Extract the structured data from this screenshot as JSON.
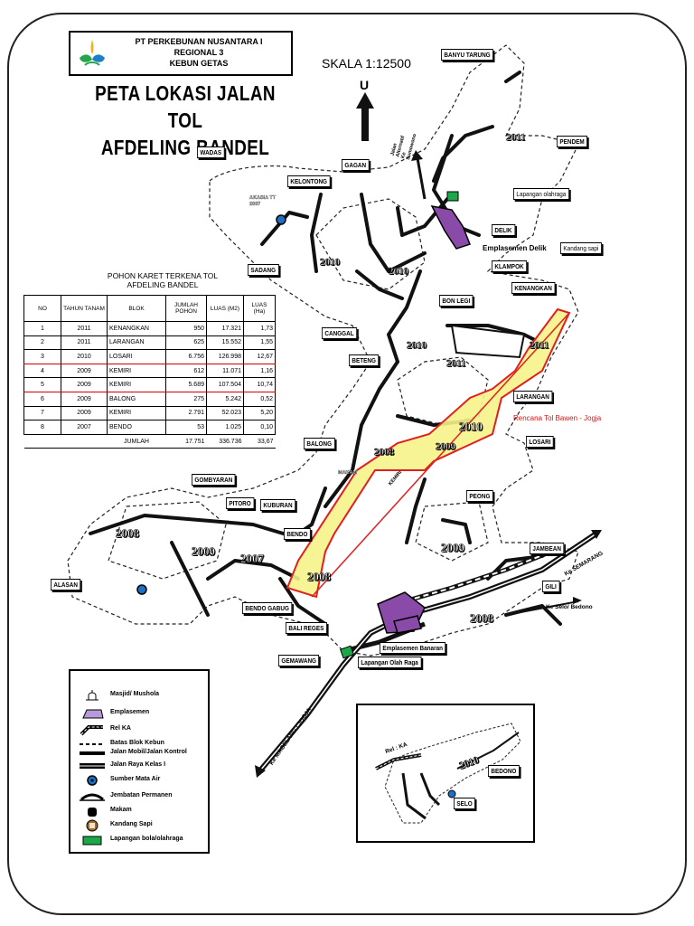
{
  "company": {
    "line1": "PT PERKEBUNAN NUSANTARA I",
    "line2": "REGIONAL 3",
    "line3": "KEBUN GETAS"
  },
  "title": {
    "line1": "PETA LOKASI JALAN TOL",
    "line2": "AFDELING BANDEL"
  },
  "scale": "SKALA 1:12500",
  "north": "U",
  "table": {
    "title1": "POHON KARET TERKENA TOL",
    "title2": "AFDELING BANDEL",
    "headers": [
      "NO",
      "TAHUN TANAM",
      "BLOK",
      "JUMLAH POHON",
      "LUAS (M2)",
      "LUAS (Ha)"
    ],
    "rows": [
      [
        "1",
        "2011",
        "KENANGKAN",
        "950",
        "17.321",
        "1,73"
      ],
      [
        "2",
        "2011",
        "LARANGAN",
        "625",
        "15.552",
        "1,55"
      ],
      [
        "3",
        "2010",
        "LOSARI",
        "6.756",
        "126.998",
        "12,67"
      ],
      [
        "4",
        "2009",
        "KEMIRI",
        "612",
        "11.071",
        "1,16"
      ],
      [
        "5",
        "2009",
        "KEMIRI",
        "5.689",
        "107.504",
        "10,74"
      ],
      [
        "6",
        "2009",
        "BALONG",
        "275",
        "5.242",
        "0,52"
      ],
      [
        "7",
        "2009",
        "KEMIRI",
        "2.791",
        "52.023",
        "5,20"
      ],
      [
        "8",
        "2007",
        "BENDO",
        "53",
        "1.025",
        "0,10"
      ]
    ],
    "total": {
      "label": "JUMLAH",
      "pohon": "17.751",
      "m2": "336.736",
      "ha": "33,67"
    }
  },
  "places": {
    "banyu_tarung": "BANYU TARUNG",
    "pendem": "PENDEM",
    "wadas": "WADAS",
    "gagan": "GAGAN",
    "kelontong": "KELONTONG",
    "sadang": "SADANG",
    "delik": "DELIK",
    "klampok": "KLAMPOK",
    "bon_legi": "BON LEGI",
    "canggal": "CANGGAL",
    "kenangkan": "KENANGKAN",
    "beteng": "BETENG",
    "larangan": "LARANGAN",
    "losari": "LOSARI",
    "balong": "BALONG",
    "gombyaran": "GOMBYARAN",
    "pitoro": "PITORO",
    "kuburan": "KUBURAN",
    "peong": "PEONG",
    "bendo": "BENDO",
    "jambean": "JAMBEAN",
    "gili": "GILI",
    "alasan": "ALASAN",
    "bendo_gabug": "BENDO GABUG",
    "bali_reges": "BALI REGES",
    "gemawang": "GEMAWANG",
    "bedono": "BEDONO",
    "selo": "SELO"
  },
  "notes": {
    "lapangan": "Lapangan olahraga",
    "kandang": "Kandang sapi",
    "emplasemen_delik": "Emplasemen Delik",
    "rencana_tol": "Rencana Tol Bawen - Jogja",
    "emplasemen_banaran": "Emplasemen Banaran",
    "lapangan_olah_raga": "Lapangan Olah Raga",
    "ke_semarang": "Ke SEMARANG",
    "ke_selo": "Ke Selo/ Bedono",
    "ke_magelang": "Ke MAGELANG / JOGJA",
    "jalan_sumowono": "Jalan Alternatif Ke Sumowono",
    "rel_ka": "Rel : KA",
    "akasia": "AKASIA TT 2007",
    "kebun_makam": "MAKAM",
    "kemiri": "KEMIRI"
  },
  "years": {
    "y2011_top": "2011",
    "y2010_a": "2010",
    "y2010_b": "2010",
    "y2010_c": "2010",
    "y2011_b": "2011",
    "y2011_c": "2011",
    "y2010_d": "2010",
    "y2009_a": "2009",
    "y2008_a": "2008",
    "y2008_b": "2008",
    "y2009_b": "2009",
    "y2007": "2007",
    "y2008_c": "2008",
    "y2009_c": "2009",
    "y2008_d": "2008",
    "y2010_inset": "2010"
  },
  "legend": [
    "Masjid/ Mushola",
    "Emplasemen",
    "Rel KA",
    "Batas Blok Kebun",
    "Jalan Mobil/Jalan Kontrol",
    "Jalan Raya Kelas I",
    "Sumber Mata Air",
    "Jembatan Permanen",
    "Makam",
    "Kandang Sapi",
    "Lapangan bola/olahraga"
  ],
  "colors": {
    "toll_fill": "#f6f38a",
    "toll_line": "#e02020",
    "emplasemen": "#8a4aa8",
    "field": "#1aa84a",
    "spring": "#1c6fc2"
  }
}
